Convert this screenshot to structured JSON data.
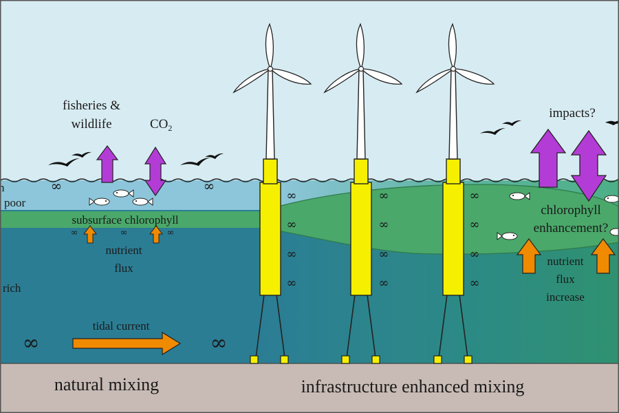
{
  "labels": {
    "fisheries_line1": "fisheries &",
    "fisheries_line2": "wildlife",
    "co2_main": "CO",
    "co2_sub": "2",
    "impacts": "impacts?",
    "n_partial": "n",
    "poor": "poor",
    "rich_partial": "rich",
    "subsurface_chlorophyll": "subsurface chlorophyll",
    "nutrient_flux_line1": "nutrient",
    "nutrient_flux_line2": "flux",
    "chlorophyll_line1": "chlorophyll",
    "chlorophyll_line2": "enhancement?",
    "nutrient_increase_line1": "nutrient",
    "nutrient_increase_line2": "flux",
    "nutrient_increase_line3": "increase",
    "tidal_current": "tidal current",
    "infinity": "∞",
    "natural_mixing": "natural mixing",
    "infrastructure_mixing": "infrastructure enhanced mixing"
  },
  "colors": {
    "sky": "#d7ecf2",
    "surface_water": "#8fc8dc",
    "deep_water": "#2a7f95",
    "chlorophyll": "#4aa86a",
    "seabed": "#c8bbb5",
    "turbine_yellow": "#f6f000",
    "upward_arrow": "#b43cd6",
    "current_arrow": "#f08a00"
  },
  "icons": [
    "bird-icon",
    "fish-icon",
    "wind-turbine-icon",
    "arrow-up-icon",
    "double-arrow-icon",
    "arrow-right-icon"
  ]
}
